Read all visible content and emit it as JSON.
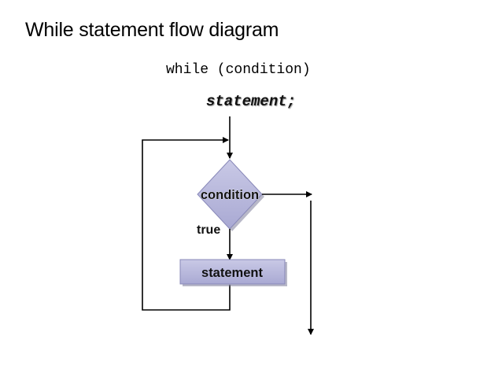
{
  "slide": {
    "title": "While statement flow diagram"
  },
  "code": {
    "while_line": "while (condition)",
    "statement_line": "statement;"
  },
  "diagram": {
    "condition_label": "condition",
    "true_label": "true",
    "statement_label": "statement",
    "colors": {
      "node_fill": "#aeaed6",
      "node_fill_light": "#c6c6e4",
      "line": "#000000",
      "text": "#111111"
    }
  }
}
